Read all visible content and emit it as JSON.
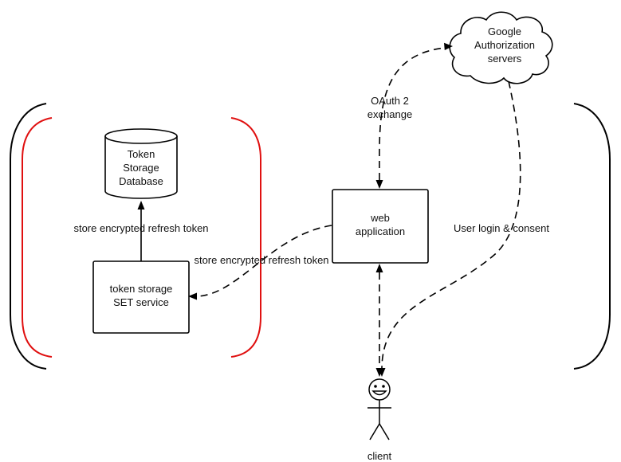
{
  "nodes": {
    "cloud": {
      "lines": [
        "Google",
        "Authorization",
        "servers"
      ]
    },
    "database": {
      "lines": [
        "Token",
        "Storage",
        "Database"
      ]
    },
    "web_app": {
      "lines": [
        "web",
        "application"
      ]
    },
    "set_service": {
      "lines": [
        "token storage",
        "SET service"
      ]
    },
    "client": {
      "label": "client"
    }
  },
  "edges": {
    "oauth": {
      "lines": [
        "OAuth 2",
        "exchange"
      ]
    },
    "consent": {
      "label": "User login & consent"
    },
    "store_db": {
      "label": "store encrypted refresh token"
    },
    "store_service": {
      "label": "store encrypted refresh token"
    }
  },
  "colors": {
    "outer_bracket": "#000000",
    "inner_bracket": "#e01010"
  }
}
